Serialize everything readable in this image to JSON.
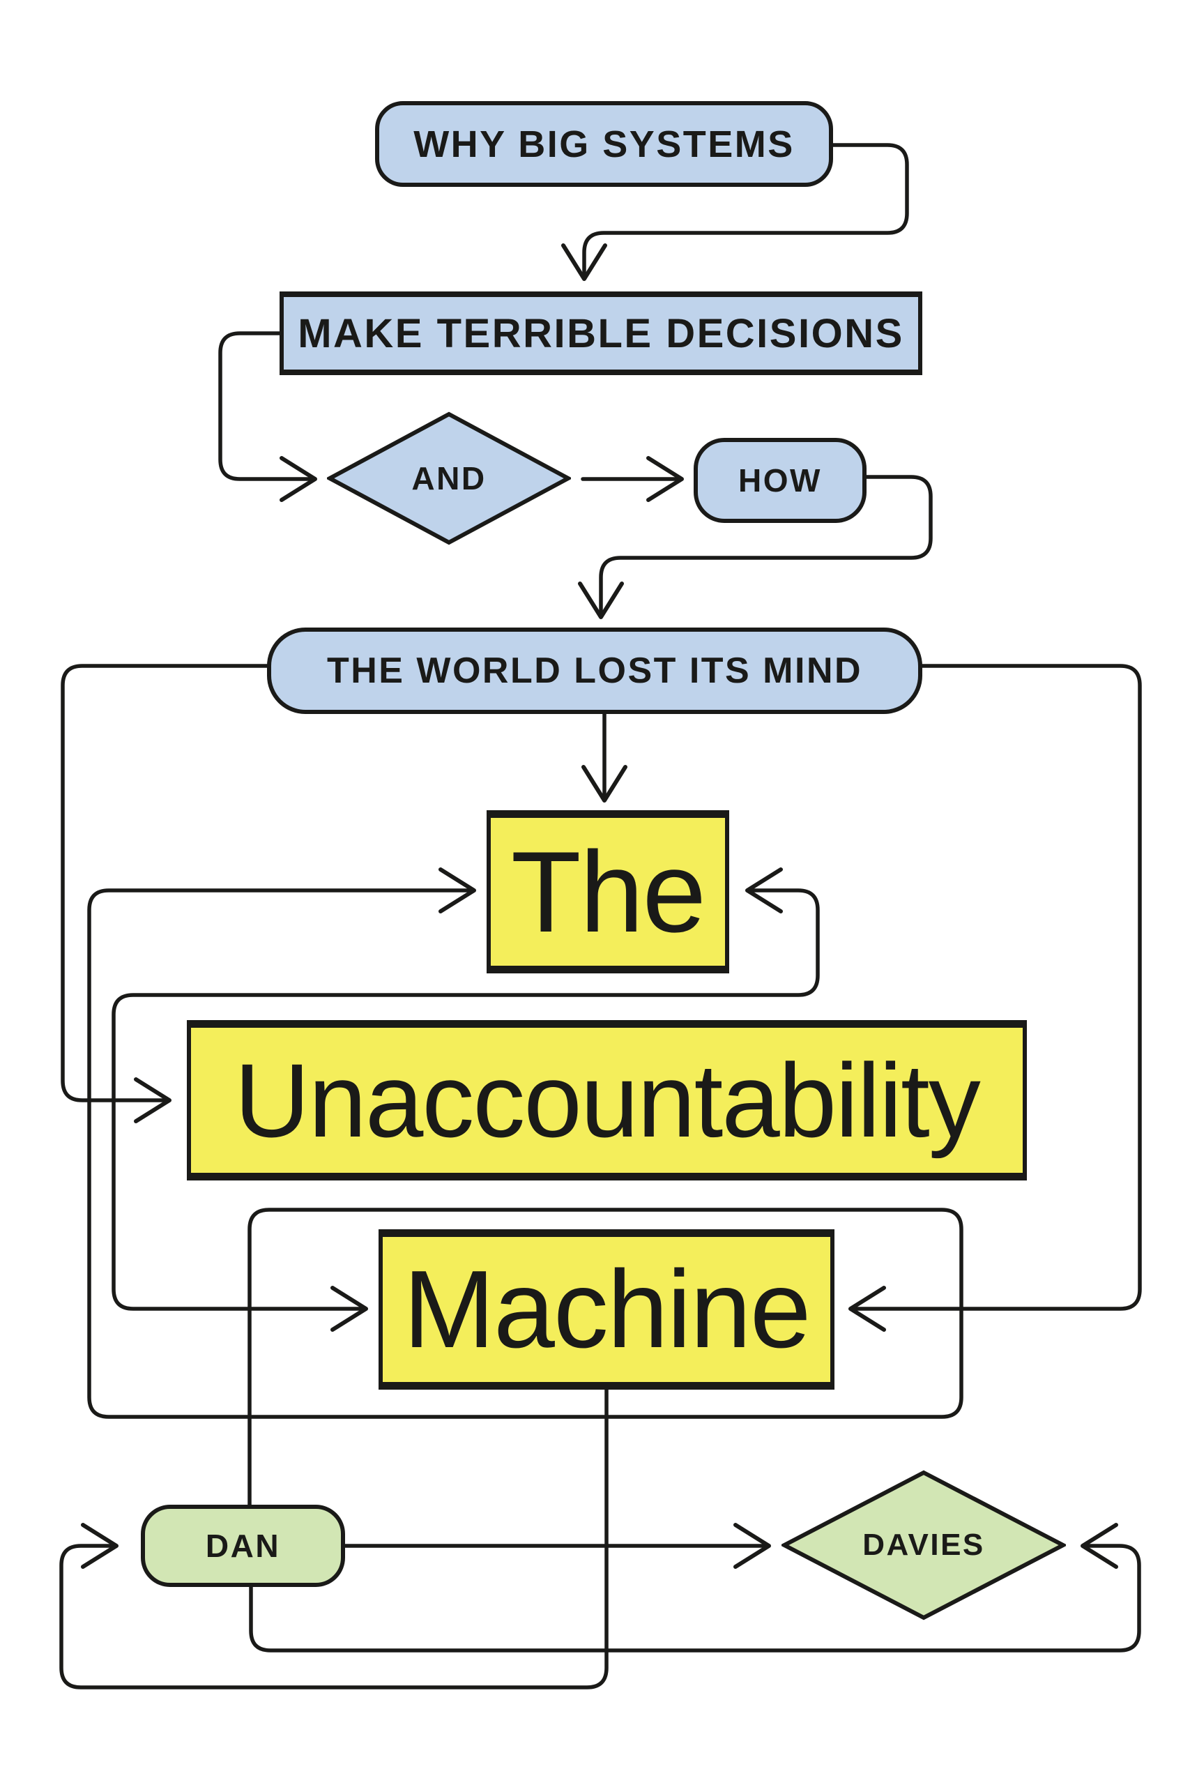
{
  "meta": {
    "kind": "book-cover-flowchart",
    "title_words": [
      "The",
      "Unaccountability",
      "Machine"
    ],
    "author": "DAN DAVIES"
  },
  "nodes": {
    "why_big_systems": {
      "label": "WHY BIG SYSTEMS",
      "shape": "rounded-rect",
      "fill": "blue"
    },
    "make_terrible_decisions": {
      "label": "MAKE TERRIBLE DECISIONS",
      "shape": "rect",
      "fill": "blue"
    },
    "and": {
      "label": "AND",
      "shape": "diamond",
      "fill": "blue"
    },
    "how": {
      "label": "HOW",
      "shape": "rounded-rect",
      "fill": "blue"
    },
    "the_world_lost_its_mind": {
      "label": "THE WORLD LOST ITS MIND",
      "shape": "rounded-rect",
      "fill": "blue"
    },
    "the": {
      "label": "The",
      "shape": "rect",
      "fill": "yellow"
    },
    "unaccountability": {
      "label": "Unaccountability",
      "shape": "rect",
      "fill": "yellow"
    },
    "machine": {
      "label": "Machine",
      "shape": "rect",
      "fill": "yellow"
    },
    "dan": {
      "label": "DAN",
      "shape": "rounded-rect",
      "fill": "green"
    },
    "davies": {
      "label": "DAVIES",
      "shape": "diamond",
      "fill": "green"
    }
  },
  "colors": {
    "paper": "#ffffff",
    "ink": "#1a1a18",
    "blue": "#bfd3eb",
    "yellow": "#f4ee5b",
    "green": "#d2e6b4"
  }
}
